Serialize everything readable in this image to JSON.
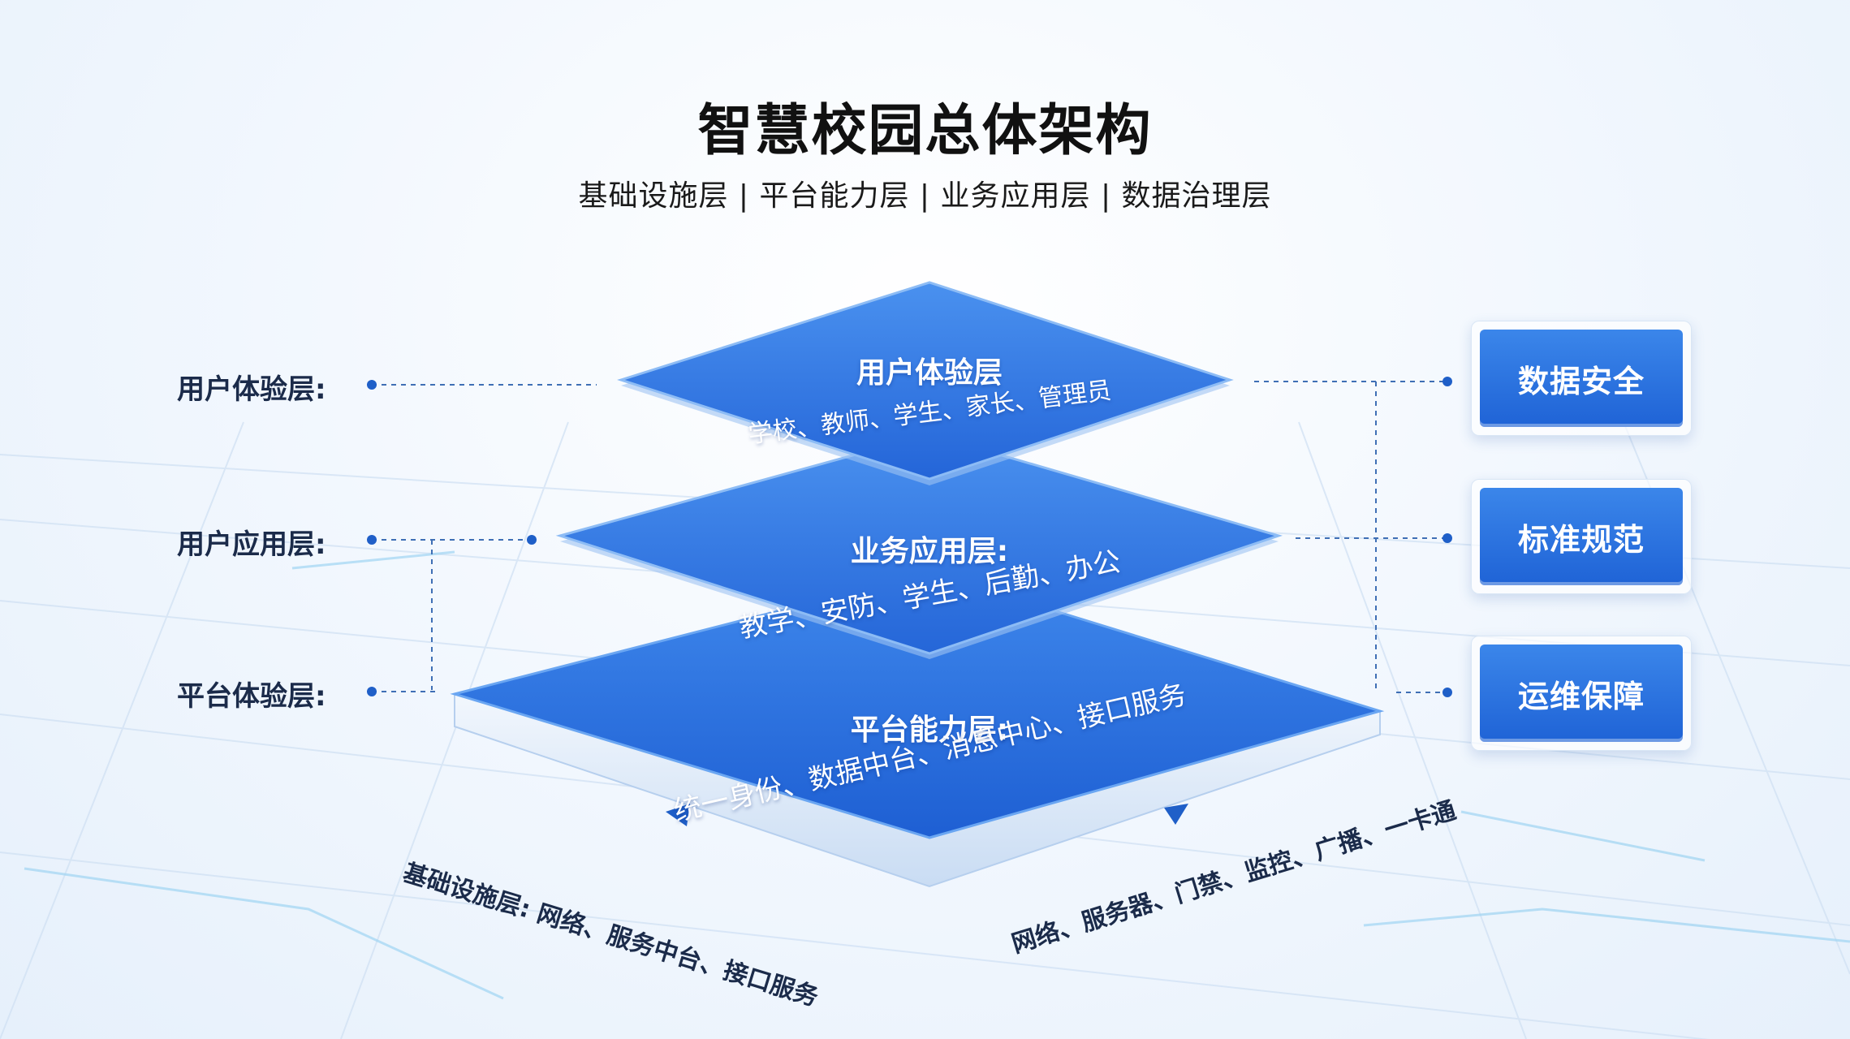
{
  "title": "智慧校园总体架构",
  "subtitle": "基础设施层 | 平台能力层 | 业务应用层 | 数据治理层",
  "side_labels": {
    "top": "用户体验层:",
    "middle": "用户应用层:",
    "bottom": "平台体验层:"
  },
  "layers": {
    "top": {
      "title": "用户体验层",
      "items": "学校、教师、学生、家长、管理员"
    },
    "middle": {
      "title": "业务应用层:",
      "items": "教学、安防、学生、后勤、办公"
    },
    "bottom": {
      "title": "平台能力层:",
      "items": "统一身份、数据中台、消息中心、接口服务"
    }
  },
  "base_captions": {
    "left": "基础设施层: 网络、服务中台、接口服务",
    "right": "网络、服务器、门禁、监控、广播、一卡通"
  },
  "right_boxes": [
    "数据安全",
    "标准规范",
    "运维保障"
  ],
  "colors": {
    "layer_blue": "#2a73e0",
    "layer_blue_light": "#4b90ee",
    "accent_dot": "#1f5fc8"
  }
}
